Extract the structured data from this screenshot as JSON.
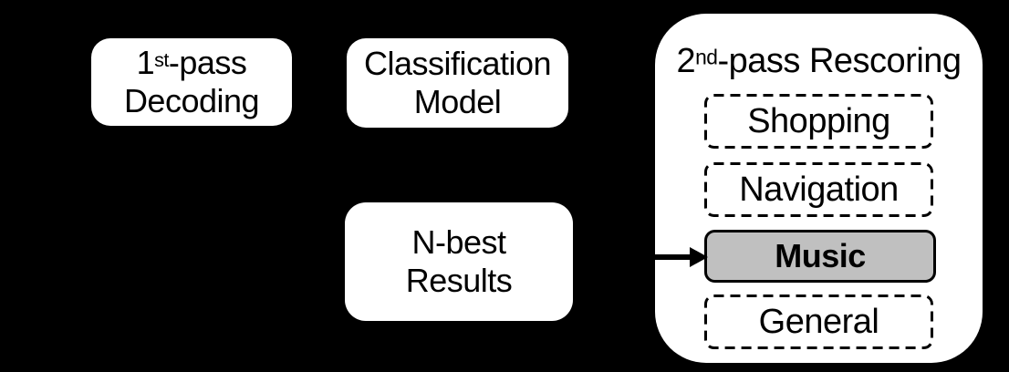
{
  "colors": {
    "background": "#000000",
    "box_fill": "#ffffff",
    "text": "#000000",
    "selected_category_fill": "#c0c0c0",
    "border_and_arrow": "#000000"
  },
  "boxes": {
    "first_pass": {
      "line1_base": "1",
      "line1_sup": "st",
      "line1_rest": "-pass",
      "line2": "Decoding"
    },
    "classification": {
      "line1": "Classification",
      "line2": "Model"
    },
    "n_best": {
      "line1": "N-best",
      "line2": "Results"
    }
  },
  "rescoring": {
    "title_base": "2",
    "title_sup": "nd",
    "title_rest": "-pass Rescoring",
    "categories": [
      {
        "label": "Shopping",
        "selected": false
      },
      {
        "label": "Navigation",
        "selected": false
      },
      {
        "label": "Music",
        "selected": true
      },
      {
        "label": "General",
        "selected": false
      }
    ]
  }
}
